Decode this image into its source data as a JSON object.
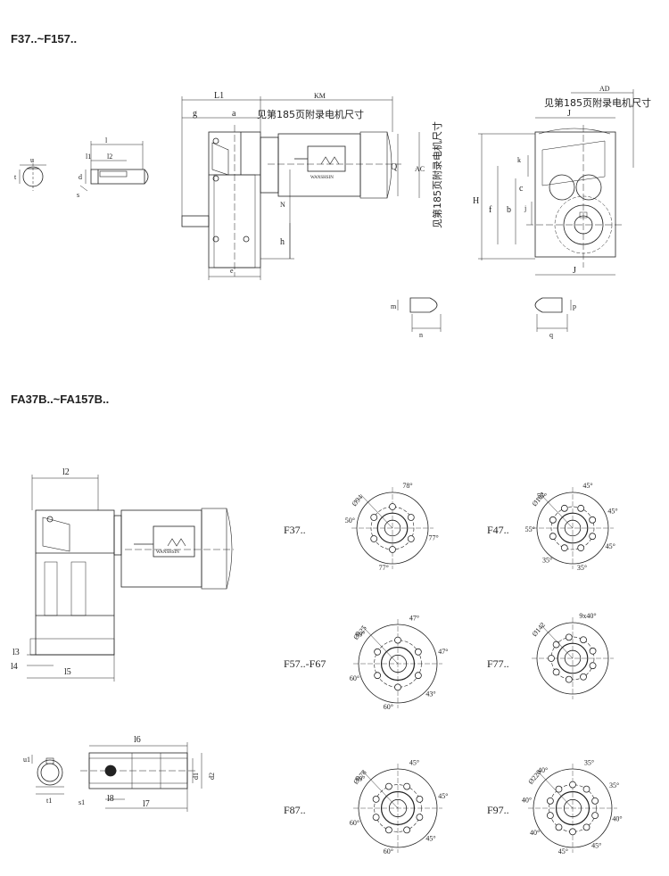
{
  "titles": {
    "f_series": "F37..~F157..",
    "fa_series": "FA37B..~FA157B.."
  },
  "notes": {
    "motor_ref_top": "见第185页附录电机尺寸",
    "motor_ref_vertical": "见第185页附录电机尺寸",
    "motor_ref_right": "见第185页附录电机尺寸"
  },
  "dims_f": {
    "u": "u",
    "t": "t",
    "l": "l",
    "l1": "l1",
    "l2": "l2",
    "d": "d",
    "s": "s",
    "L1": "L1",
    "g": "g",
    "a": "a",
    "KM": "KM",
    "Q": "Q",
    "AC": "AC",
    "N": "N",
    "h": "h",
    "e": "e",
    "AD": "AD",
    "J": "J",
    "k": "k",
    "H": "H",
    "f": "f",
    "b": "b",
    "c": "c",
    "j": "j",
    "m": "m",
    "n": "n",
    "p": "p",
    "q": "q"
  },
  "dims_fa": {
    "l2": "l2",
    "l3": "l3",
    "l4": "l4",
    "l5": "l5",
    "l6": "l6",
    "l7": "l7",
    "l8": "l8",
    "d1": "d1",
    "d2": "d2",
    "u1": "u1",
    "t1": "t1",
    "s1": "s1"
  },
  "brand": "WANSHSIN",
  "flanges": [
    {
      "label": "F37..",
      "diameter": "Ø94",
      "angles": [
        "78°",
        "77°",
        "77°",
        "50°"
      ]
    },
    {
      "label": "F47..",
      "diameter": "Ø102",
      "angles": [
        "45°",
        "45°",
        "45°",
        "35°",
        "35°",
        "55°",
        "55°"
      ]
    },
    {
      "label": "F57..-F67",
      "diameter": "Ø125",
      "angles": [
        "47°",
        "47°",
        "43°",
        "60°",
        "60°",
        "60°"
      ]
    },
    {
      "label": "F77..",
      "diameter": "Ø142",
      "angles": [
        "9x40°"
      ]
    },
    {
      "label": "F87..",
      "diameter": "Ø178",
      "angles": [
        "45°",
        "45°",
        "45°",
        "60°",
        "60°",
        "60°"
      ]
    },
    {
      "label": "F97..",
      "diameter": "Ø220",
      "angles": [
        "35°",
        "35°",
        "40°",
        "45°",
        "45°",
        "40°",
        "40°",
        "40°"
      ]
    }
  ]
}
